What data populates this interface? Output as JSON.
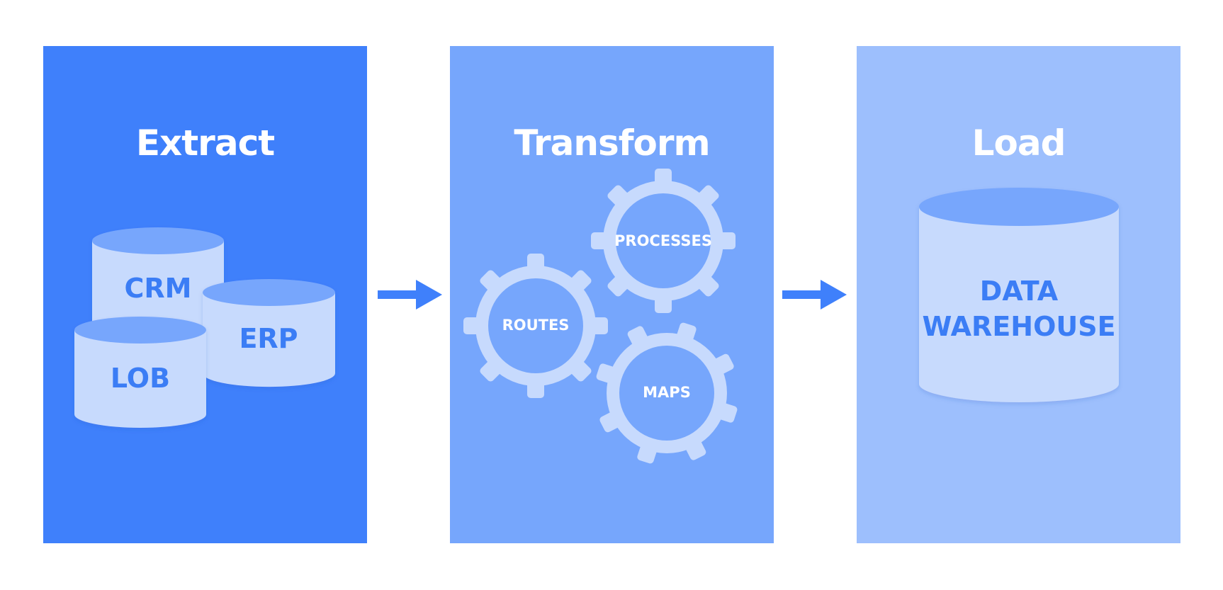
{
  "colors": {
    "extract_panel": "#3f80fb",
    "transform_panel": "#76a6fc",
    "load_panel": "#9dbffd",
    "shape_fill": "#c7dafd",
    "shape_top": "#77a6fc",
    "label_dark": "#3b7df5",
    "label_light": "#ffffff",
    "arrow": "#3f80fb"
  },
  "extract": {
    "title": "Extract",
    "sources": [
      "CRM",
      "ERP",
      "LOB"
    ]
  },
  "transform": {
    "title": "Transform",
    "gears": [
      "PROCESSES",
      "ROUTES",
      "MAPS"
    ]
  },
  "load": {
    "title": "Load",
    "target_line1": "DATA",
    "target_line2": "WAREHOUSE"
  }
}
